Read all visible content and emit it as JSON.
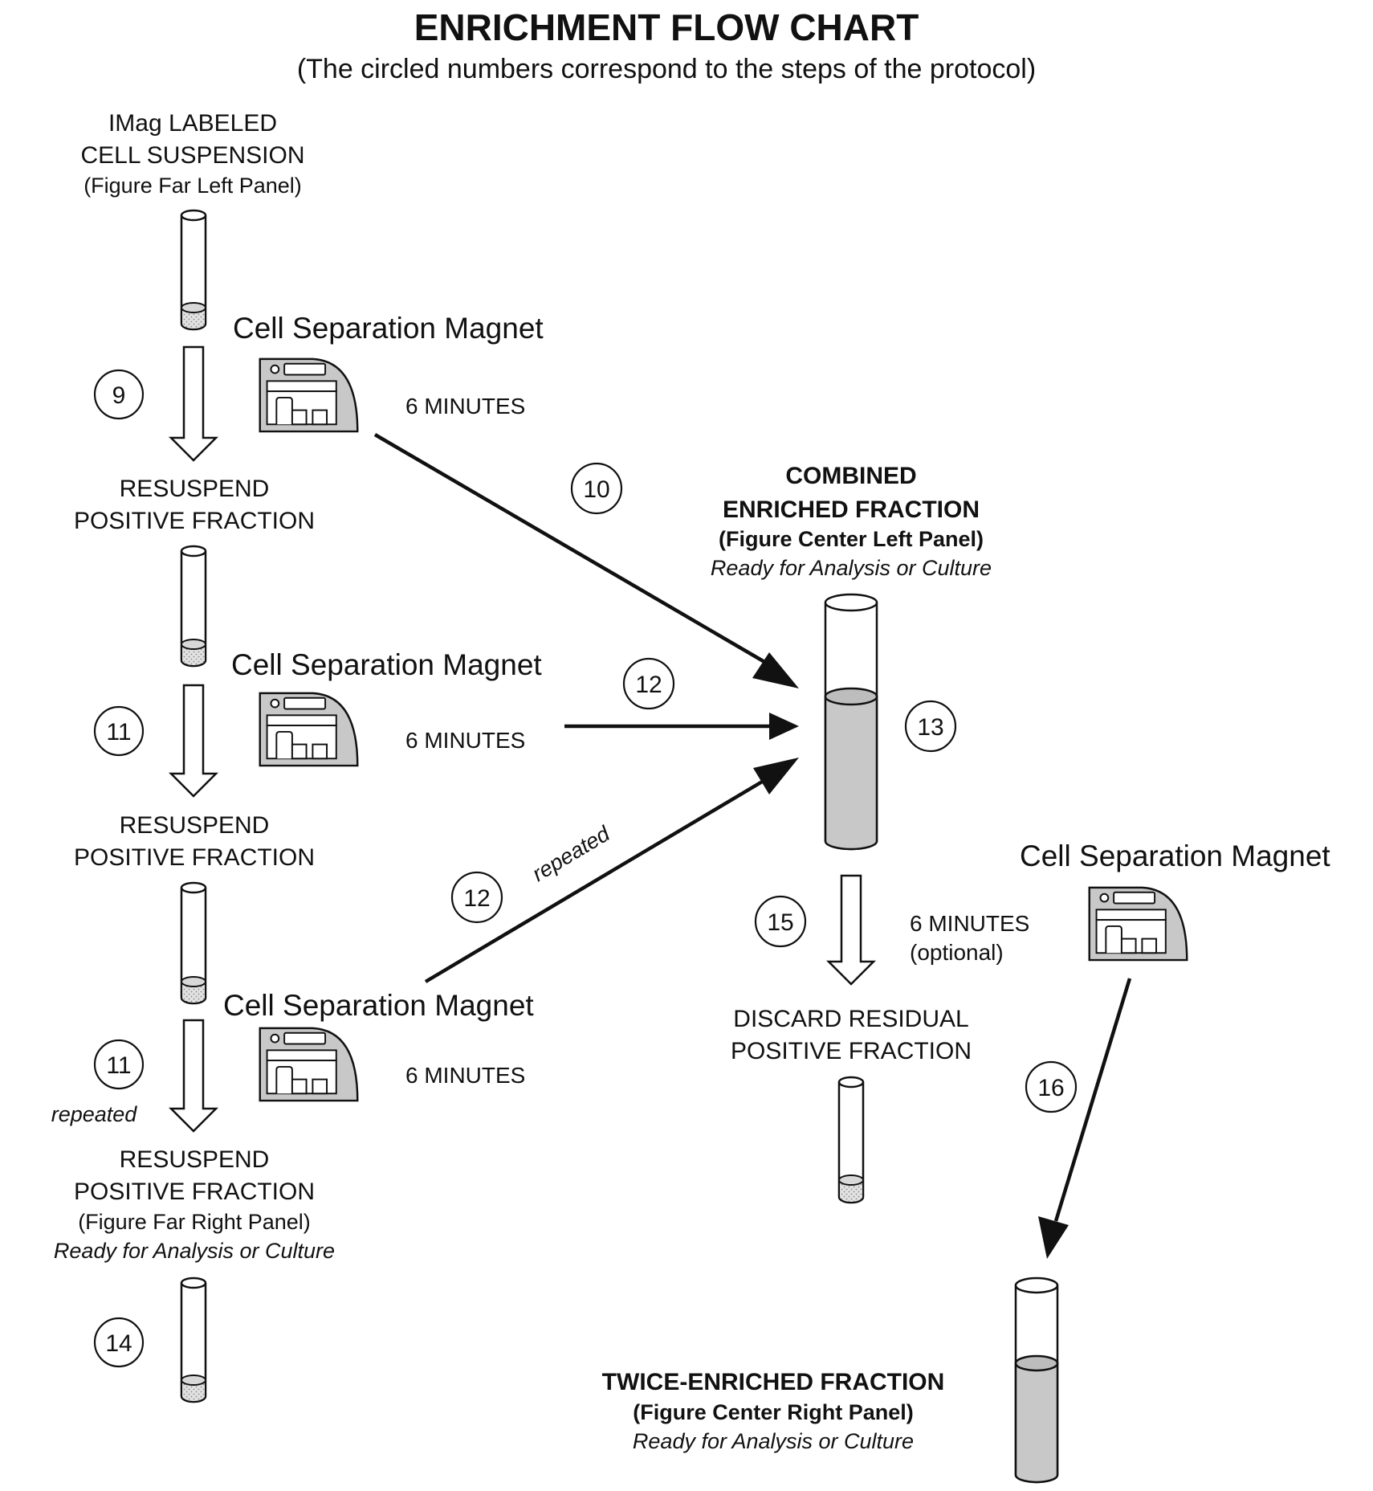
{
  "title": "ENRICHMENT FLOW CHART",
  "subtitle": "(The circled numbers correspond to the steps of the protocol)",
  "start": {
    "line1": "IMag LABELED",
    "line2": "CELL SUSPENSION",
    "line3": "(Figure Far Left Panel)"
  },
  "magnet_label": "Cell Separation Magnet",
  "six_minutes": "6 MINUTES",
  "optional": "(optional)",
  "resuspend": "RESUSPEND",
  "positive_fraction": "POSITIVE FRACTION",
  "far_right_panel": "(Figure Far Right Panel)",
  "ready": "Ready for Analysis or Culture",
  "repeated": "repeated",
  "combined": {
    "line1": "COMBINED",
    "line2": "ENRICHED FRACTION",
    "line3": "(Figure Center Left Panel)"
  },
  "discard": {
    "line1": "DISCARD RESIDUAL",
    "line2": "POSITIVE FRACTION"
  },
  "twice": {
    "line1": "TWICE-ENRICHED FRACTION",
    "line2": "(Figure Center Right Panel)"
  },
  "steps": {
    "s9": "9",
    "s10": "10",
    "s11a": "11",
    "s11b": "11",
    "s12a": "12",
    "s12b": "12",
    "s13": "13",
    "s14": "14",
    "s15": "15",
    "s16": "16"
  },
  "colors": {
    "fluid": "#c8c8c8",
    "sediment": "#dcdcdc",
    "magnet": "#c8c8c8",
    "ink": "#111111"
  }
}
